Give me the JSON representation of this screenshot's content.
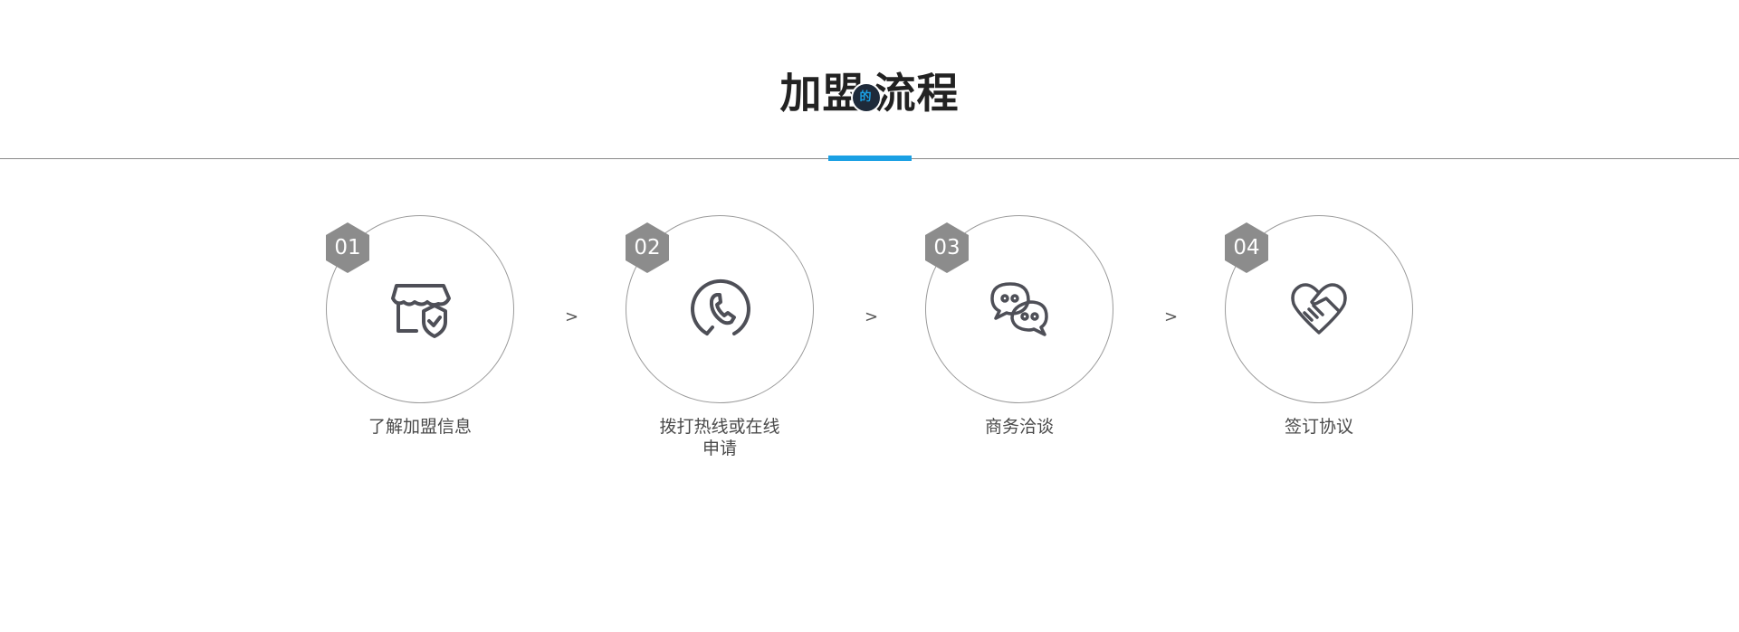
{
  "title": {
    "before": "加盟",
    "badge": "的",
    "after": "流程"
  },
  "steps": [
    {
      "number": "01",
      "label_lines": [
        "了解加盟信息"
      ],
      "icon": "store-shield-icon"
    },
    {
      "number": "02",
      "label_lines": [
        "拨打热线或在线",
        "申请"
      ],
      "icon": "phone-icon"
    },
    {
      "number": "03",
      "label_lines": [
        "商务洽谈"
      ],
      "icon": "chat-bubbles-icon"
    },
    {
      "number": "04",
      "label_lines": [
        "签订协议"
      ],
      "icon": "handshake-icon"
    }
  ],
  "separator": ">",
  "colors": {
    "accent": "#1aa0e4",
    "hexagon": "#8c8c8c",
    "icon": "#4e4f57",
    "circle_border": "#9a9a9a"
  }
}
